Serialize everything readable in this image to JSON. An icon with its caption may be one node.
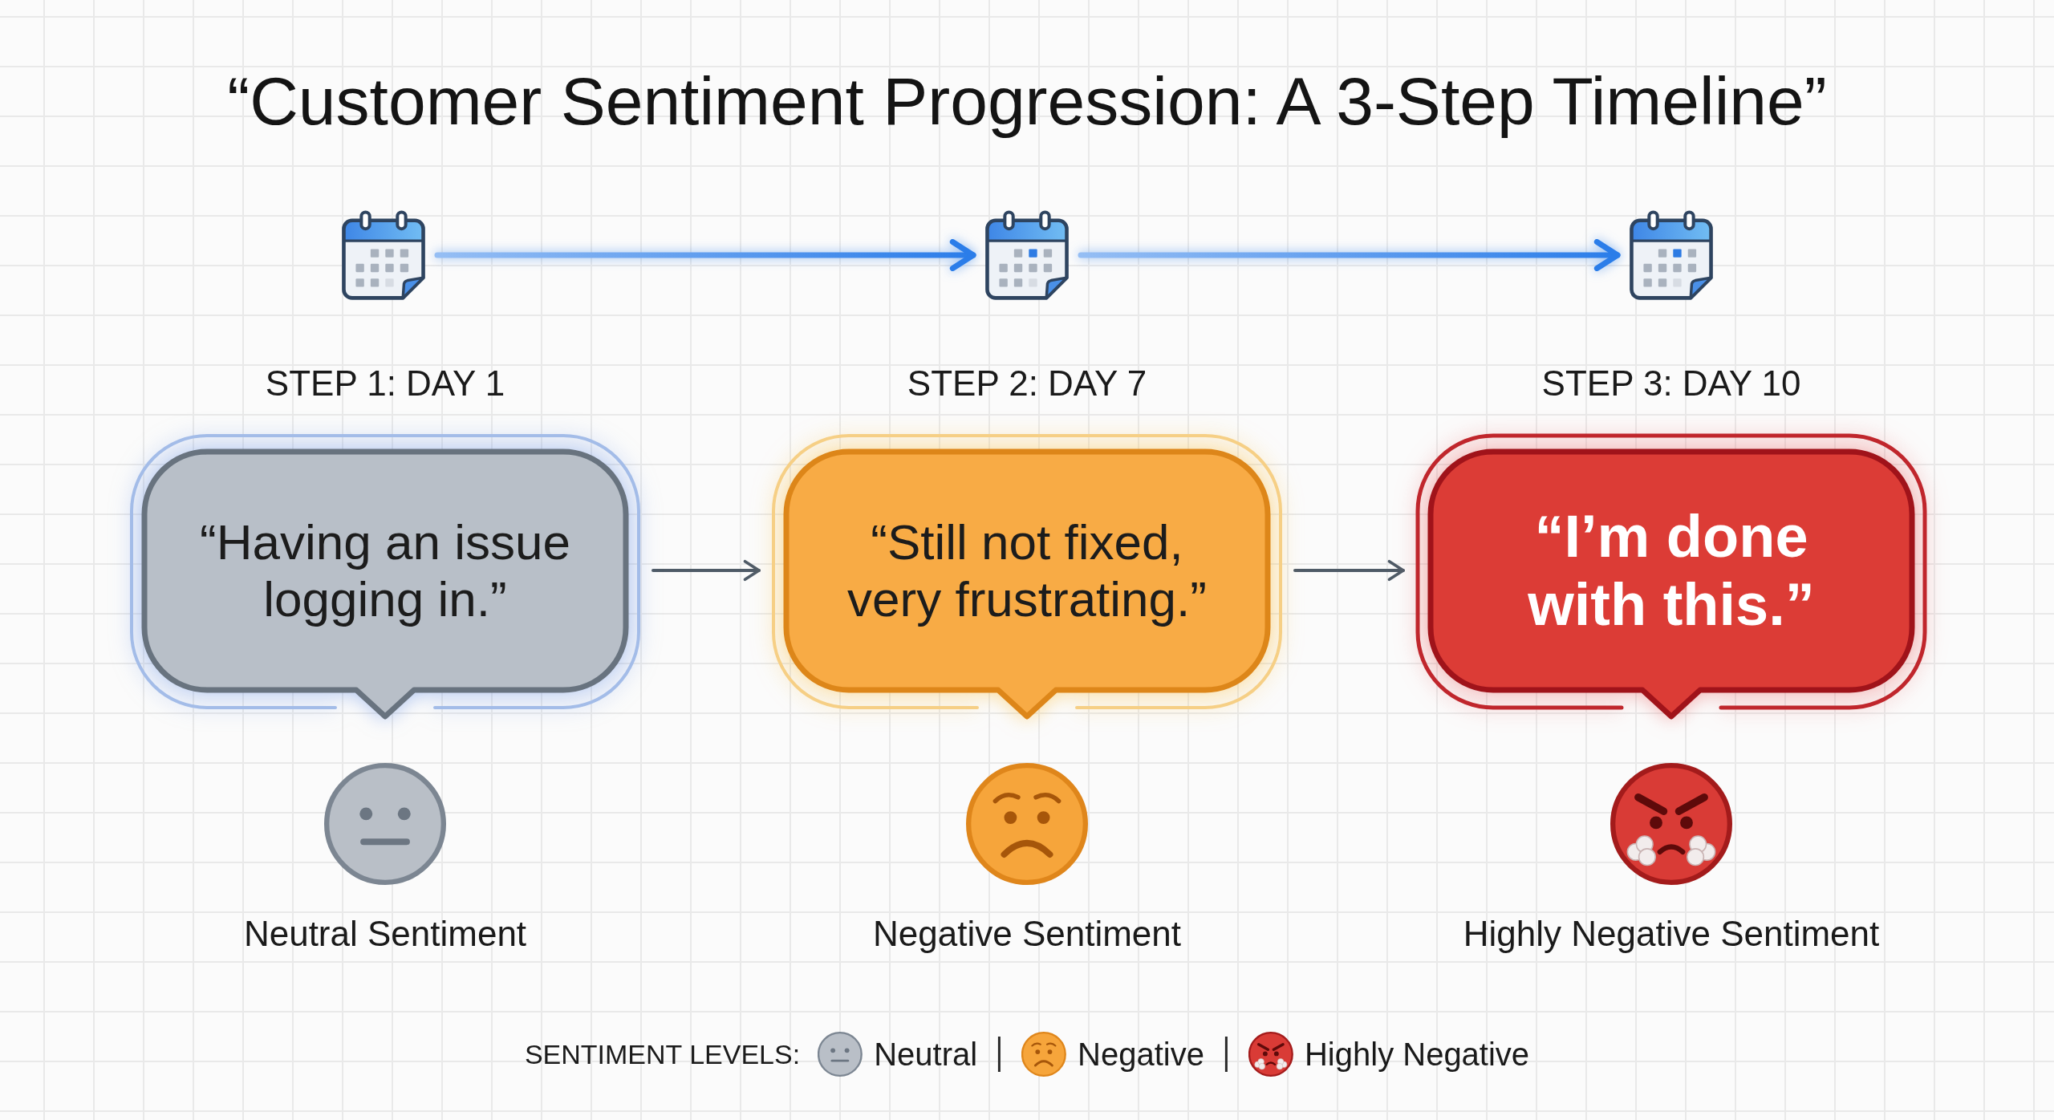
{
  "diagram": {
    "title": "“Customer Sentiment Progression: A 3-Step Timeline”",
    "nodes": [
      {
        "text": [],
        "shape": "picture"
      },
      {
        "text": [],
        "shape": "picture"
      },
      {
        "text": [],
        "shape": "picture"
      },
      {
        "text": [
          "“Having an issue logging in.”"
        ],
        "beside": [
          "STEP 1: DAY 1"
        ]
      },
      {
        "text": [
          "“Still not fixed, very frustrating.”"
        ],
        "beside": [
          "STEP 2: DAY 7"
        ]
      },
      {
        "text": [
          "“I’m done with this.”"
        ],
        "beside": [
          "STEP 3: DAY 10"
        ]
      }
    ],
    "edges": [
      {
        "from": 0,
        "to": 1,
        "arrow": "to",
        "style": "thick",
        "color": "#2b7de9"
      },
      {
        "from": 1,
        "to": 2,
        "arrow": "to",
        "style": "thick",
        "color": "#2b7de9"
      },
      {
        "from": 3,
        "to": 4,
        "arrow": "to"
      },
      {
        "from": 4,
        "to": 5,
        "arrow": "to"
      }
    ],
    "labels": [
      "Neutral Sentiment",
      "Negative Sentiment",
      "Highly Negative Sentiment",
      "SENTIMENT LEVELS:"
    ],
    "legend": [
      {
        "text": "Neutral"
      },
      {
        "text": "Negative"
      },
      {
        "text": "Highly Negative"
      }
    ]
  }
}
